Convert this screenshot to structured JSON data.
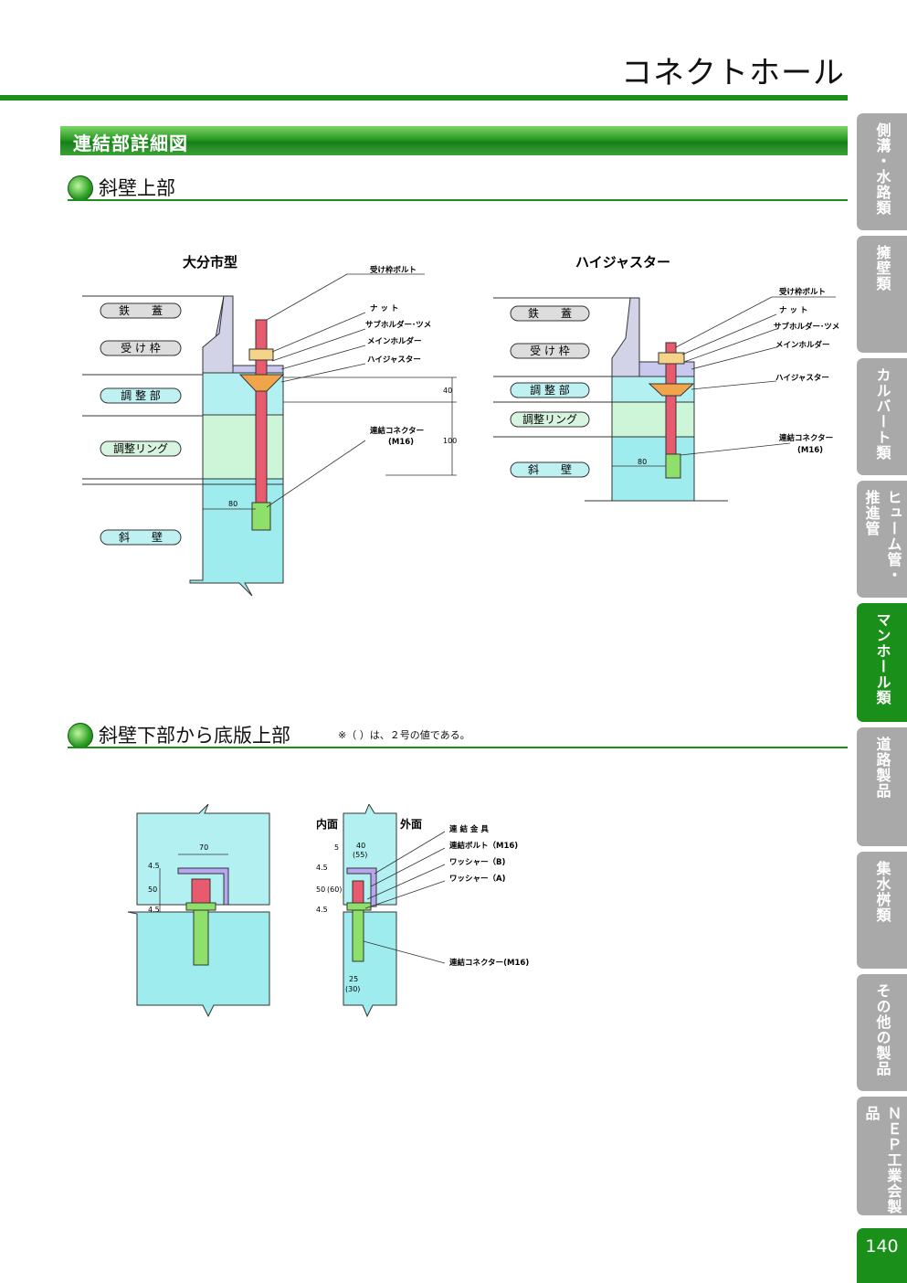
{
  "header": {
    "title": "コネクトホール"
  },
  "section": {
    "title": "連結部詳細図"
  },
  "subsections": [
    {
      "title": "斜壁上部"
    },
    {
      "title": "斜壁下部から底版上部",
      "note": "※（ ）は、２号の値である。"
    }
  ],
  "diagram_top_left": {
    "title": "大分市型",
    "layer_labels": [
      "鉄　　蓋",
      "受 け 枠",
      "調 整 部",
      "調整リング",
      "斜　　壁"
    ],
    "callouts": [
      "受け枠ボルト",
      "ナ ッ ト",
      "サブホルダー･ツメ",
      "メインホルダー",
      "ハイジャスター",
      "連結コネクター",
      "(M16)"
    ],
    "dims": [
      "40",
      "100",
      "80"
    ]
  },
  "diagram_top_right": {
    "title": "ハイジャスター",
    "layer_labels": [
      "鉄　　蓋",
      "受 け 枠",
      "調 整 部",
      "調整リング",
      "斜　　壁"
    ],
    "callouts": [
      "受け枠ボルト",
      "ナ ッ ト",
      "サブホルダー･ツメ",
      "メインホルダー",
      "ハイジャスター",
      "連結コネクター",
      "(M16)"
    ],
    "dims": [
      "80"
    ]
  },
  "diagram_bottom_left": {
    "dims": [
      "70",
      "4.5",
      "50",
      "4.5"
    ]
  },
  "diagram_bottom_right": {
    "inner_label": "内面",
    "outer_label": "外面",
    "callouts": [
      "連 結 金 具",
      "連結ボルト（M16)",
      "ワッシャー（B)",
      "ワッシャー（A)",
      "連結コネクター(M16)"
    ],
    "dims": [
      "5",
      "40",
      "(55)",
      "4.5",
      "50",
      "(60)",
      "4.5",
      "25",
      "(30)"
    ]
  },
  "side_tabs": [
    {
      "label": "側溝・水路類",
      "active": false
    },
    {
      "label": "擁壁類",
      "active": false
    },
    {
      "label": "カルバート類",
      "active": false
    },
    {
      "label": "ヒューム管・推進管",
      "active": false
    },
    {
      "label": "マンホール類",
      "active": true
    },
    {
      "label": "道路製品",
      "active": false
    },
    {
      "label": "集水桝類",
      "active": false
    },
    {
      "label": "その他の製品",
      "active": false
    },
    {
      "label": "ＮＥＰ工業会製品",
      "active": false
    }
  ],
  "page_number": "140",
  "colors": {
    "brand_green": "#1a8f1a",
    "tab_gray": "#a9a9a9",
    "lid": "#c9c9f0",
    "adjust": "#b3f0f2",
    "ring": "#cdf5d8",
    "wall": "#9fecef",
    "bolt": "#e85a6e",
    "jaster": "#f0a54a",
    "connector": "#8fe06a"
  }
}
